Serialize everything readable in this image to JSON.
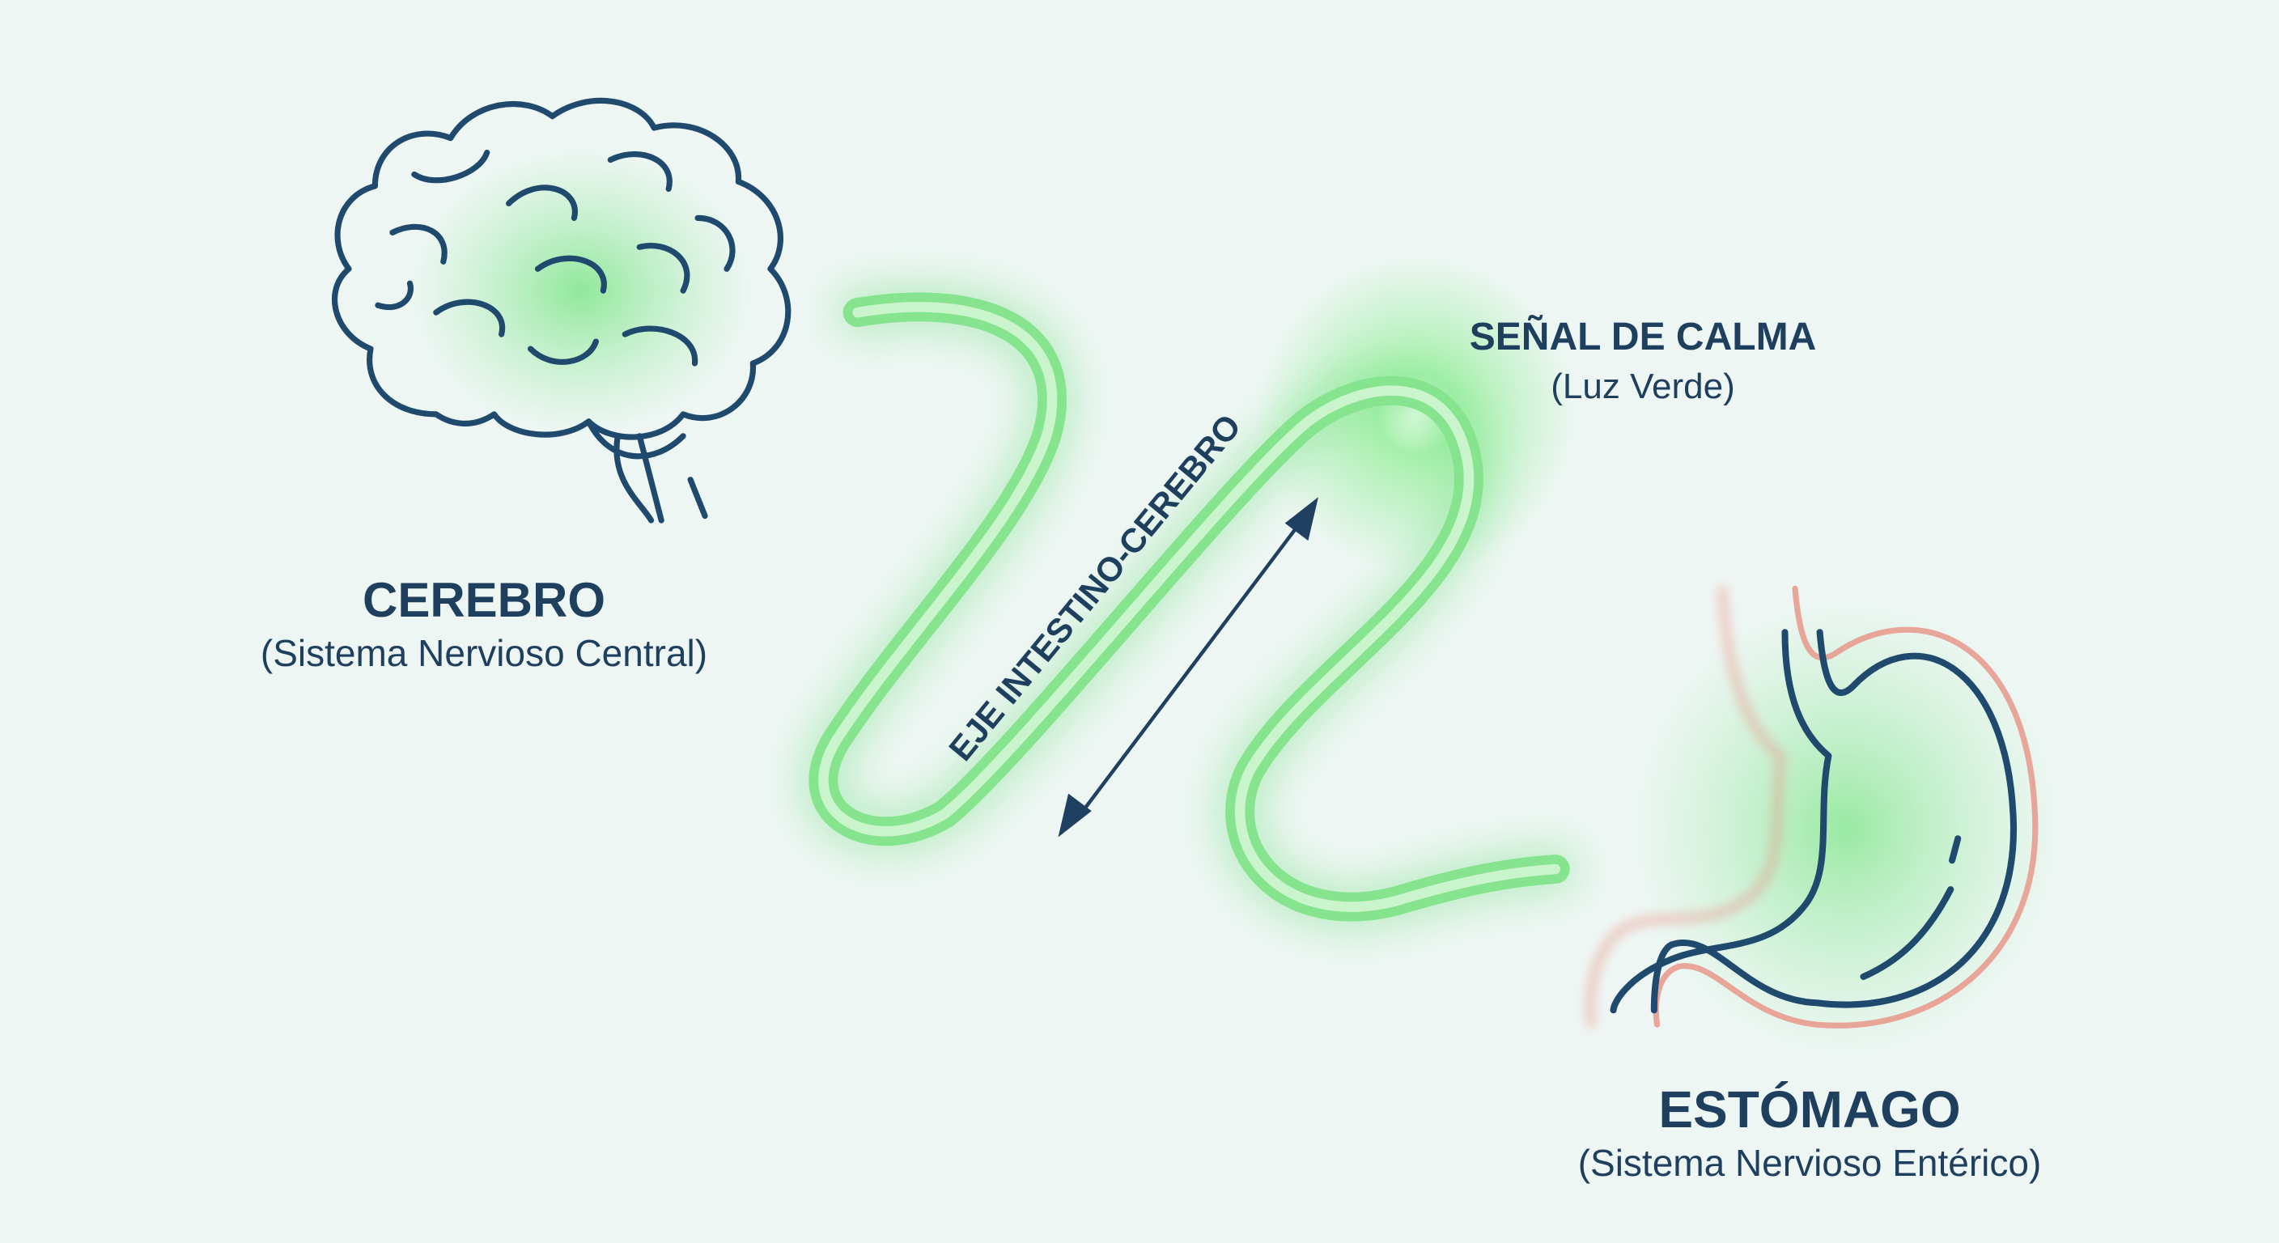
{
  "brain": {
    "title": "CEREBRO",
    "subtitle": "(Sistema Nervioso Central)"
  },
  "signal": {
    "title": "SEÑAL DE CALMA",
    "subtitle": "(Luz Verde)"
  },
  "axis": {
    "label": "EJE INTESTINO-CEREBRO"
  },
  "stomach": {
    "title": "ESTÓMAGO",
    "subtitle": "(Sistema Nervioso Entérico)"
  },
  "colors": {
    "outline": "#1f4a6e",
    "glow": "#7ee28a",
    "irritation": "#e8968a",
    "text": "#1f3f5e",
    "background": "#eef6f4"
  }
}
